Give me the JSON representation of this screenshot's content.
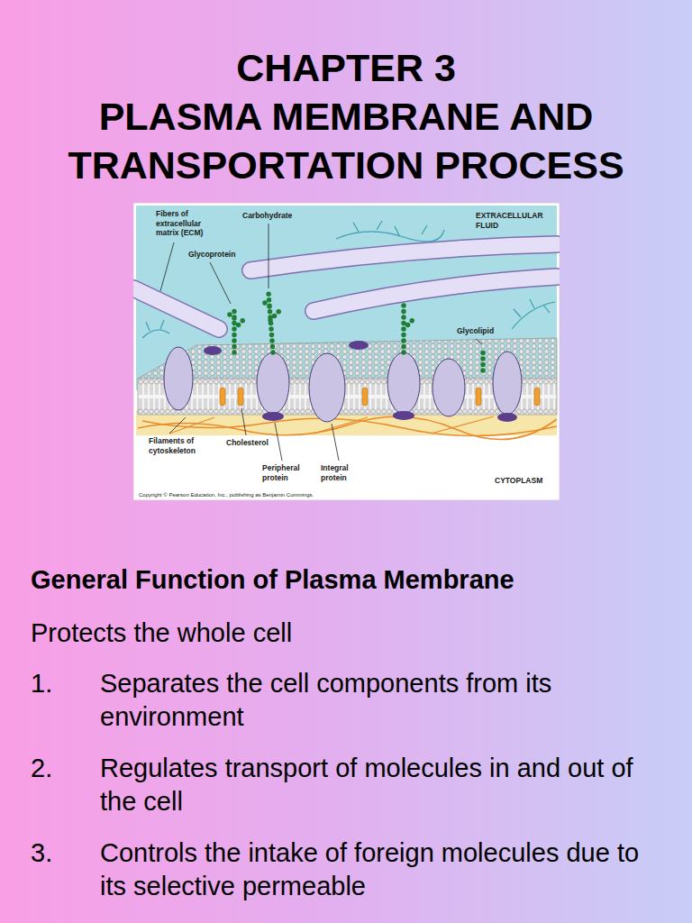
{
  "diagram": {
    "title": "CHAPTER 3 PLASMA MEMBRANE AND TRANSPORTATION PROCESS",
    "labels": [
      "Fibers of extracellular matrix (ECM)",
      "Carbohydrate",
      "EXTRACELLULAR FLUID",
      "Glycoprotein",
      "Glycolipid",
      "Filaments of cytoskeleton",
      "Cholesterol",
      "Peripheral protein",
      "Integral protein",
      "CYTOPLASM",
      "Copyright © Pearson Education, Inc., publishing as Benjamin Cummings.",
      "General Function of Plasma Membrane",
      "Protects the whole cell",
      "1.",
      "Separates the cell components from its environment",
      "2.",
      "Regulates transport of molecules in and out of the cell",
      "3.",
      "Controls the intake of foreign molecules due to its selective permeable"
    ]
  }
}
